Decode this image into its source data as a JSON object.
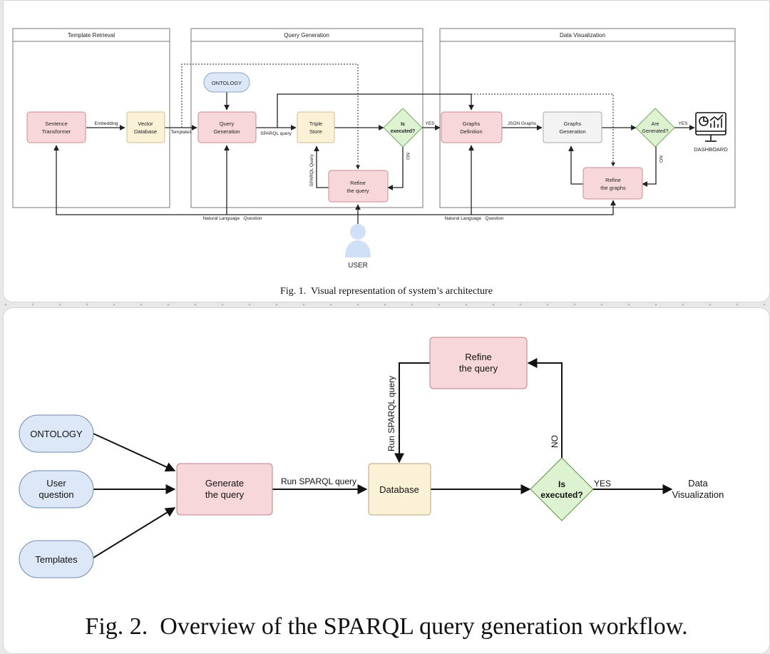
{
  "fig1": {
    "lanes": [
      "Template Retrieval",
      "Query Generation",
      "Data Visualization"
    ],
    "nodes": {
      "sentence_transformer": [
        "Sentence",
        "Transformer"
      ],
      "vector_database": [
        "Vector",
        "Database"
      ],
      "ontology": "ONTOLOGY",
      "query_generation": [
        "Query",
        "Generation"
      ],
      "triple_store": [
        "Triple",
        "Store"
      ],
      "is_executed": [
        "Is",
        "executed?"
      ],
      "refine_query": [
        "Refine",
        "the query"
      ],
      "graphs_definition": [
        "Graphs",
        "Definition"
      ],
      "graphs_generation": [
        "Graphs",
        "Generation"
      ],
      "are_generated": [
        "Are",
        "Generated?"
      ],
      "refine_graphs": [
        "Refine",
        "the graphs"
      ],
      "dashboard": "DASHBOARD",
      "user": "USER"
    },
    "edges": {
      "embedding": "Embedding",
      "templates": "Templates",
      "sparql_query": "SPARQL query",
      "sparql_query_vertical": "SPARQL Query",
      "yes1": "YES",
      "no1": "NO",
      "json_graphs": "JSON Graphs",
      "yes2": "YES",
      "no2": "NO",
      "nl_question_left": "Natural Language   Question",
      "nl_question_right": "Natural Language   Question"
    },
    "caption": "Fig. 1.  Visual representation of system’s architecture"
  },
  "fig2": {
    "nodes": {
      "ontology": "ONTOLOGY",
      "user_question": [
        "User",
        "question"
      ],
      "templates": "Templates",
      "generate_query": [
        "Generate",
        "the query"
      ],
      "database": "Database",
      "is_executed": [
        "Is",
        "executed?"
      ],
      "refine_query": [
        "Refine",
        "the query"
      ],
      "data_visualization": [
        "Data",
        "Visualization"
      ]
    },
    "edges": {
      "run_sparql_horizontal": "Run SPARQL query",
      "run_sparql_vertical": "Run SPARQL query",
      "yes": "YES",
      "no": "NO"
    },
    "caption": "Fig. 2.  Overview of the SPARQL query generation workflow."
  },
  "colors": {
    "pink": "#f8d7da",
    "pink_border": "#c98b91",
    "yellow": "#fbf1d6",
    "yellow_border": "#cfbf8e",
    "blue": "#dce8f8",
    "blue_border": "#8aa4c9",
    "green": "#dcf2d0",
    "green_border": "#79a864",
    "gray": "#f3f3f3",
    "gray_border": "#a8a8a8",
    "user": "#cfe0f7"
  }
}
